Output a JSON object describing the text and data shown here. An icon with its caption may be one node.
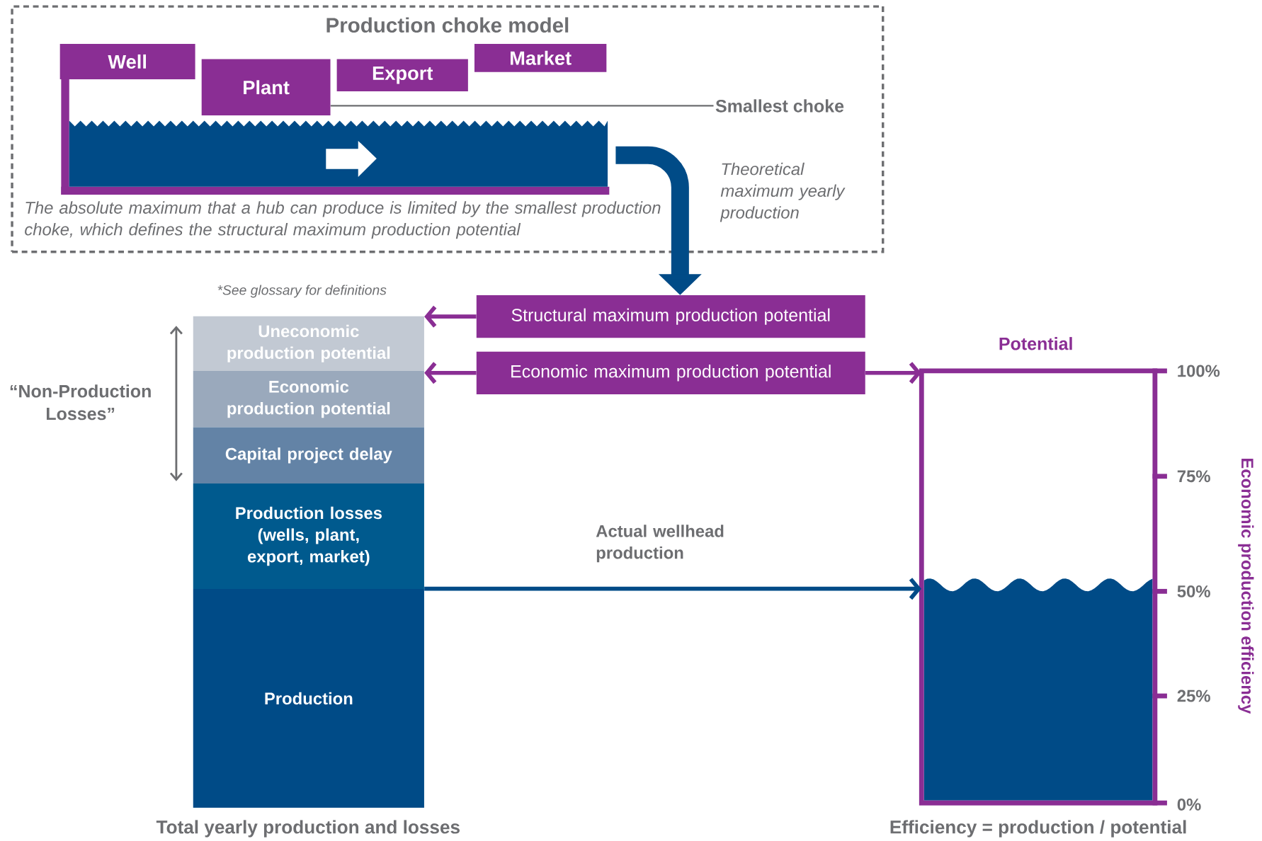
{
  "diagram": {
    "nodes": [
      {
        "text": [
          "Production choke model",
          "The absolute maximum that a hub can produce is limited by the smallest production choke, which defines the structural maximum production potential"
        ]
      },
      {
        "text": [
          "Well"
        ],
        "in": 0
      },
      {
        "text": [
          "Plant"
        ],
        "in": 0
      },
      {
        "text": [
          "Export"
        ],
        "in": 0
      },
      {
        "text": [
          "Market"
        ],
        "in": 0
      },
      {
        "text": [
          "Smallest choke"
        ],
        "in": 0
      },
      {
        "text": [
          "Structural maximum production potential"
        ]
      },
      {
        "text": [
          "Economic maximum production potential"
        ]
      },
      {
        "text": [
          "Uneconomic production potential"
        ]
      },
      {
        "text": [
          "Economic production potential"
        ]
      },
      {
        "text": [
          "Capital project delay"
        ]
      },
      {
        "text": [
          "Production losses (wells, plant, export, market)"
        ]
      },
      {
        "text": [
          "Production"
        ]
      },
      {
        "text": [
          "Potential"
        ],
        "beside": [
          "Efficiency = production / potential"
        ]
      }
    ],
    "edges": [
      {
        "from": null,
        "to": 6,
        "arrow": "to",
        "label": "Theoretical maximum yearly production",
        "style": "thick",
        "color": "#004b87"
      },
      {
        "from": 6,
        "to": 8,
        "arrow": "to",
        "color": "#8a2e94"
      },
      {
        "from": 7,
        "to": 9,
        "arrow": "to",
        "color": "#8a2e94"
      },
      {
        "from": 7,
        "to": 13,
        "arrow": "to",
        "color": "#8a2e94"
      },
      {
        "from": 12,
        "to": 13,
        "arrow": "to",
        "label": "Actual wellhead production",
        "color": "#004b87"
      },
      {
        "from": 5,
        "to": 2,
        "arrow": "none",
        "color": "#6d6e71"
      }
    ],
    "labels": [
      "*See glossary for definitions",
      "“Non-Production Losses”",
      "Total yearly production and losses",
      "100%",
      "75%",
      "50%",
      "25%",
      "0%",
      "Economic production efficiency"
    ]
  }
}
